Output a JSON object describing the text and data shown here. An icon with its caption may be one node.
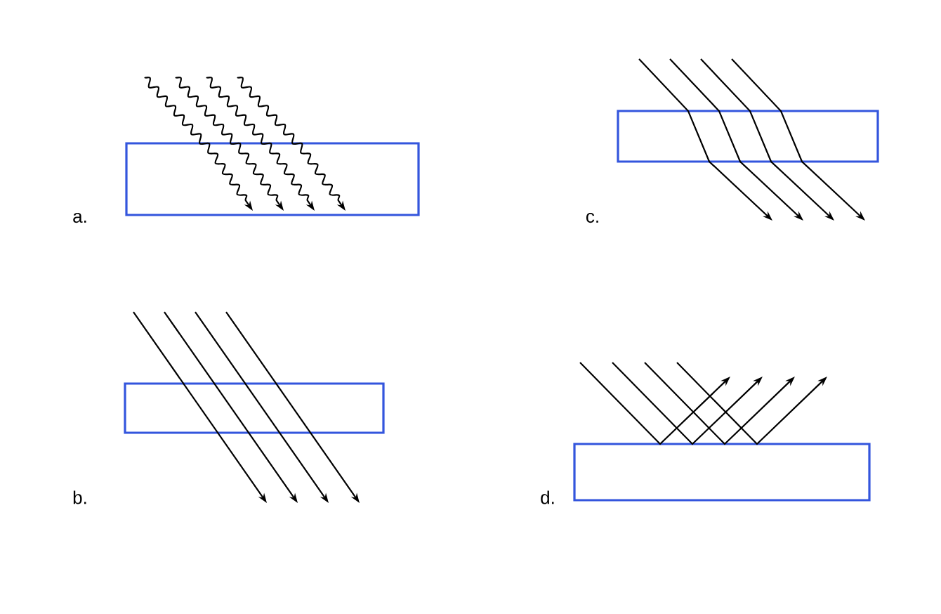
{
  "diagram": {
    "labels": [
      "a.",
      "c.",
      "b.",
      "d."
    ]
  }
}
